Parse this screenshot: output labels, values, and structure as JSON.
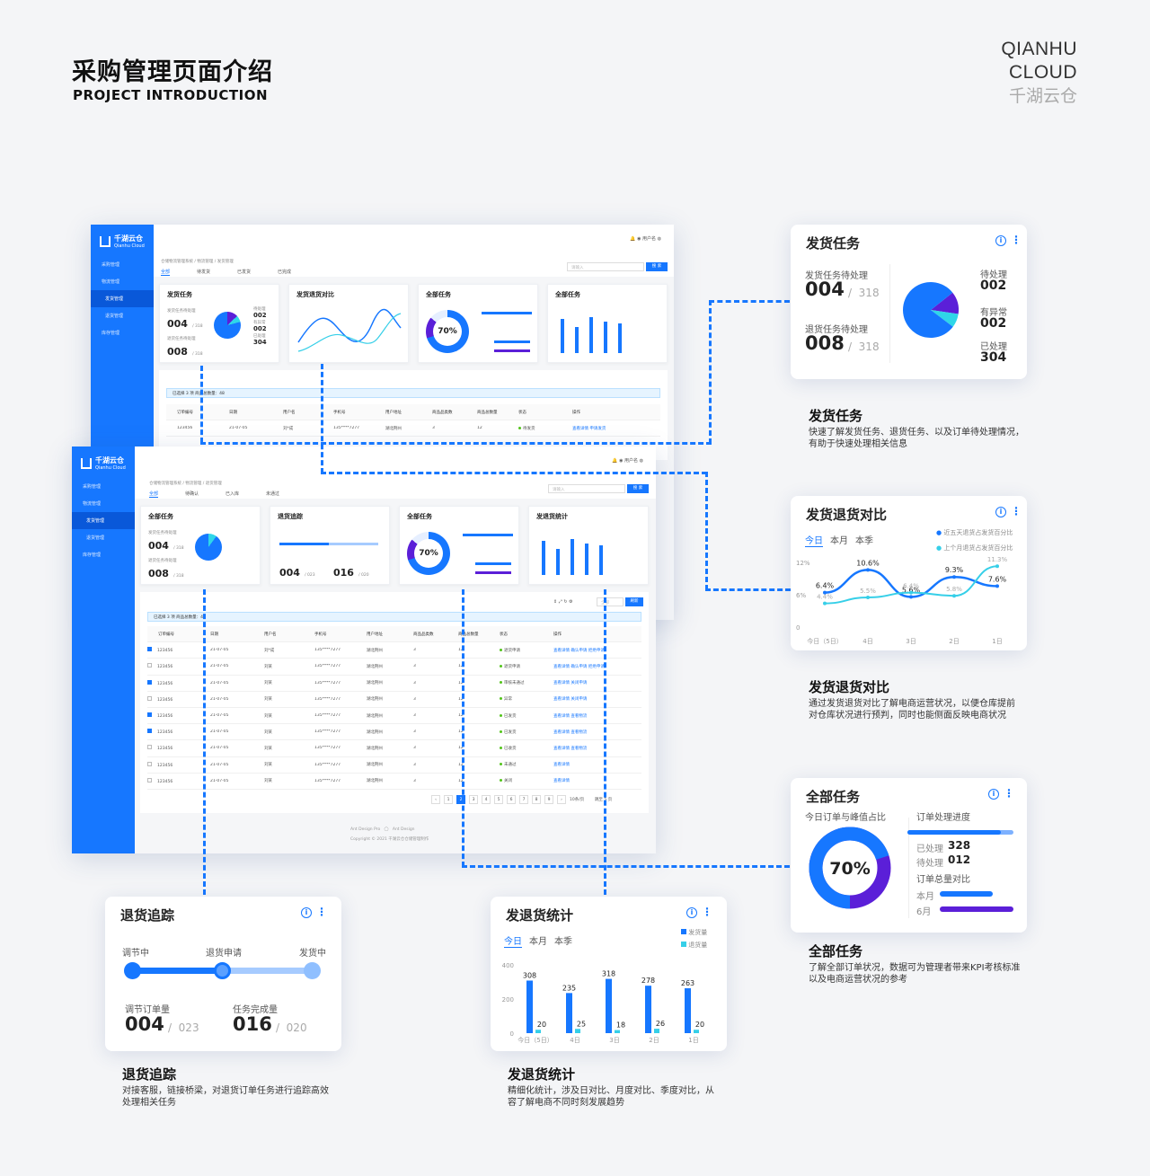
{
  "header": {
    "title": "采购管理页面介绍",
    "subtitle": "PROJECT INTRODUCTION",
    "brand_line1": "QIANHU",
    "brand_line2": "CLOUD",
    "brand_line3": "千湖云仓"
  },
  "app": {
    "logo_name": "千湖云仓",
    "logo_en": "Qianhu Cloud",
    "user": "用户名",
    "breadcrumb1": "仓储物流管理系统 / 物流管理 / 发货管理",
    "breadcrumb2": "仓储物流管理系统 / 物流管理 / 退货管理",
    "nav": [
      "采购管理",
      "物流管理",
      "发货管理",
      "退货管理",
      "库存管理"
    ],
    "tabs1": [
      "全部",
      "待发货",
      "已发货",
      "已完成"
    ],
    "tabs2": [
      "全部",
      "待确认",
      "已入库",
      "未通过"
    ],
    "search_placeholder": "请输入",
    "search_btn": "搜 索",
    "selected_info": "已选择 3 项    商品总数量：48",
    "filter_all": "全部",
    "refresh": "刷新",
    "footer1": "Ant Design Pro",
    "footer2": "Ant Design",
    "copyright": "Copyright © 2021 千湖云仓仓储管理制作"
  },
  "table": {
    "headers": [
      "订单编号",
      "日期",
      "用户名",
      "手机号",
      "用户地址",
      "商品品类数",
      "商品总数量",
      "状态",
      "操作"
    ],
    "rows": [
      {
        "id": "123456",
        "date": "21-07-05",
        "user": "刘*成",
        "phone": "135****7277",
        "addr": "湖北荆州",
        "cat": "3",
        "qty": "12",
        "status": "退货申请",
        "ops": "查看详情  确认申请  拒绝申请",
        "checked": true
      },
      {
        "id": "123456",
        "date": "21-07-05",
        "user": "刘某",
        "phone": "135****7277",
        "addr": "湖北荆州",
        "cat": "3",
        "qty": "12",
        "status": "退货申请",
        "ops": "查看详情  确认申请  拒绝申请",
        "checked": false
      },
      {
        "id": "123456",
        "date": "21-07-05",
        "user": "刘某",
        "phone": "135****7277",
        "addr": "湖北荆州",
        "cat": "3",
        "qty": "12",
        "status": "审核未通过",
        "ops": "查看详情  关闭申请",
        "checked": true
      },
      {
        "id": "123456",
        "date": "21-07-05",
        "user": "刘某",
        "phone": "135****7277",
        "addr": "湖北荆州",
        "cat": "3",
        "qty": "12",
        "status": "异常",
        "ops": "查看详情  关闭申请",
        "checked": false
      },
      {
        "id": "123456",
        "date": "21-07-05",
        "user": "刘某",
        "phone": "135****7277",
        "addr": "湖北荆州",
        "cat": "3",
        "qty": "12",
        "status": "已发货",
        "ops": "查看详情  查看物流",
        "checked": true
      },
      {
        "id": "123456",
        "date": "21-07-05",
        "user": "刘某",
        "phone": "135****7277",
        "addr": "湖北荆州",
        "cat": "3",
        "qty": "12",
        "status": "已发货",
        "ops": "查看详情  查看物流",
        "checked": true
      },
      {
        "id": "123456",
        "date": "21-07-05",
        "user": "刘某",
        "phone": "135****7277",
        "addr": "湖北荆州",
        "cat": "3",
        "qty": "12",
        "status": "已收货",
        "ops": "查看详情  查看物流",
        "checked": false
      },
      {
        "id": "123456",
        "date": "21-07-05",
        "user": "刘某",
        "phone": "135****7277",
        "addr": "湖北荆州",
        "cat": "3",
        "qty": "12",
        "status": "未通过",
        "ops": "查看详情",
        "checked": false
      },
      {
        "id": "123456",
        "date": "21-07-05",
        "user": "刘某",
        "phone": "135****7277",
        "addr": "湖北荆州",
        "cat": "3",
        "qty": "12",
        "status": "关闭",
        "ops": "查看详情",
        "checked": false
      }
    ],
    "back_row": {
      "id": "123456",
      "date": "21-07-05",
      "user": "刘*成",
      "phone": "135****7277",
      "addr": "湖北荆州",
      "cat": "3",
      "qty": "12",
      "status": "待发货",
      "ops": "查看详情  申请发货"
    },
    "pages": [
      "‹",
      "1",
      "2",
      "3",
      "4",
      "5",
      "6",
      "7",
      "8",
      "9",
      "›"
    ],
    "page_size": "10条/页",
    "jump": "跳至  5  页"
  },
  "ship": {
    "title": "发货任务",
    "l1": "发货任务待处理",
    "v1": "004",
    "t1": "318",
    "l2": "退货任务待处理",
    "v2": "008",
    "t2": "318",
    "s1": "待处理",
    "sv1": "002",
    "s2": "有异常",
    "sv2": "002",
    "s3": "已处理",
    "sv3": "304",
    "desc_title": "发货任务",
    "desc": "快速了解发货任务、退货任务、以及订单待处理情况，有助于快速处理相关信息",
    "pie": {
      "blue": 0.79,
      "purple": 0.13,
      "cyan": 0.08
    },
    "color_blue": "#1677ff",
    "color_purple": "#5b1fd8",
    "color_cyan": "#2fd6e8"
  },
  "compare": {
    "title": "发货退货对比",
    "tabs": [
      "今日",
      "本月",
      "本季"
    ],
    "legend1": "近五天退货占发货百分比",
    "legend2": "上个月退货占发货百分比",
    "desc_title": "发货退货对比",
    "desc": "通过发货退货对比了解电商运营状况，以便仓库提前对仓库状况进行预判，同时也能侧面反映电商状况"
  },
  "all": {
    "title": "全部任务",
    "sub": "今日订单与峰值占比",
    "percent": "70%",
    "percent_value": 0.7,
    "prog_title": "订单处理进度",
    "prog_value": 0.88,
    "done_l": "已处理",
    "done_v": "328",
    "todo_l": "待处理",
    "todo_v": "012",
    "cmp_title": "订单总量对比",
    "m1": "本月",
    "m1_value": 0.7,
    "m2": "6月",
    "m2_value": 0.98,
    "desc_title": "全部任务",
    "desc": "了解全部订单状况，数据可为管理者带来KPI考核标准以及电商运营状况的参考"
  },
  "track": {
    "title": "退货追踪",
    "steps": [
      "调节中",
      "退货申请",
      "发货中"
    ],
    "progress": 0.5,
    "l1": "调节订单量",
    "v1": "004",
    "t1": "023",
    "l2": "任务完成量",
    "v2": "016",
    "t2": "020",
    "desc_title": "退货追踪",
    "desc": "对接客服，链接桥梁，对退货订单任务进行追踪高效处理相关任务"
  },
  "stats": {
    "title": "发退货统计",
    "tabs": [
      "今日",
      "本月",
      "本季"
    ],
    "legend1": "发货量",
    "legend2": "退货量",
    "desc_title": "发退货统计",
    "desc": "精细化统计，涉及日对比、月度对比、季度对比，从容了解电商不同时刻发展趋势"
  },
  "chart_data": [
    {
      "type": "line",
      "x": [
        "今日（5日）",
        "4日",
        "3日",
        "2日",
        "1日"
      ],
      "ylim": [
        0,
        12
      ],
      "y_ticks": [
        "0",
        "6%",
        "12%"
      ],
      "series": [
        {
          "name": "近五天退货占发货百分比",
          "values": [
            6.4,
            10.6,
            5.6,
            9.3,
            7.6
          ],
          "labels": [
            "6.4%",
            "10.6%",
            "5.6%",
            "9.3%",
            "7.6%"
          ],
          "color": "#1677ff"
        },
        {
          "name": "上个月退货占发货百分比",
          "values": [
            4.4,
            5.5,
            6.4,
            5.8,
            11.3
          ],
          "labels": [
            "4.4%",
            "5.5%",
            "6.4%",
            "5.8%",
            "11.3%"
          ],
          "color": "#36cfe8"
        }
      ]
    },
    {
      "type": "bar",
      "categories": [
        "今日（5日）",
        "4日",
        "3日",
        "2日",
        "1日"
      ],
      "ylim": [
        0,
        400
      ],
      "y_ticks": [
        "0",
        "200",
        "400"
      ],
      "series": [
        {
          "name": "发货量",
          "values": [
            308,
            235,
            318,
            278,
            263
          ],
          "color": "#1677ff"
        },
        {
          "name": "退货量",
          "values": [
            20,
            25,
            18,
            26,
            20
          ],
          "color": "#36cfe8"
        }
      ]
    }
  ]
}
